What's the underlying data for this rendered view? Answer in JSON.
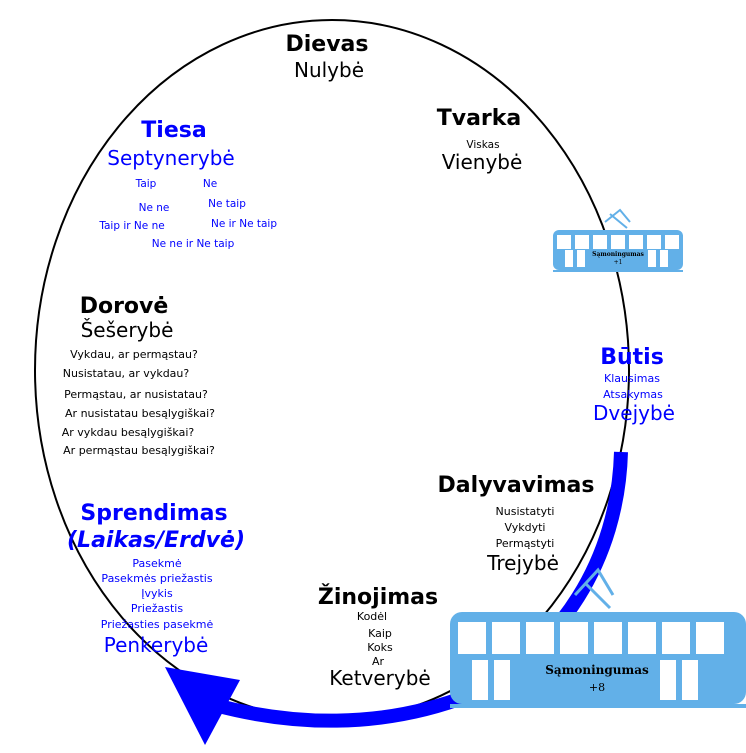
{
  "dievas": {
    "title": "Dievas",
    "sub": "Nulybė"
  },
  "tvarka": {
    "title": "Tvarka",
    "small": "Viskas",
    "sub": "Vienybė"
  },
  "butis": {
    "title": "Būtis",
    "items": [
      "Klausimas",
      "Atsakymas"
    ],
    "sub": "Dvejybė"
  },
  "dalyvavimas": {
    "title": "Dalyvavimas",
    "items": [
      "Nusistatyti",
      "Vykdyti",
      "Permąstyti"
    ],
    "sub": "Trejybė"
  },
  "zinojimas": {
    "title": "Žinojimas",
    "items": [
      "Kodėl",
      "Kaip",
      "Koks",
      "Ar"
    ],
    "sub": "Ketverybė"
  },
  "sprendimas": {
    "title": "Sprendimas",
    "title2": "(Laikas/Erdvė)",
    "items": [
      "Pasekmė",
      "Pasekmės priežastis",
      "Įvykis",
      "Priežastis",
      "Priežasties pasekmė"
    ],
    "sub": "Penkerybė"
  },
  "dorove": {
    "title": "Dorovė",
    "sub": "Šešerybė",
    "items": [
      "Vykdau, ar permąstau?",
      "Nusistatau, ar vykdau?",
      "Permąstau, ar nusistatau?",
      "Ar nusistatau besąlygiškai?",
      "Ar vykdau besąlygiškai?",
      "Ar permąstau besąlygiškai?"
    ]
  },
  "tiesa": {
    "title": "Tiesa",
    "sub": "Septynerybė",
    "items": [
      "Taip",
      "Ne",
      "Ne ne",
      "Ne taip",
      "Taip ir Ne ne",
      "Ne ir Ne taip",
      "Ne ne ir Ne taip"
    ]
  },
  "tram_big": {
    "label": "Sąmoningumas",
    "value": "+8"
  },
  "tram_small": {
    "label": "Sąmoningumas",
    "value": "+1"
  },
  "colors": {
    "blue": "#0000ff",
    "tram": "#62b0e8",
    "ink": "#000000"
  }
}
